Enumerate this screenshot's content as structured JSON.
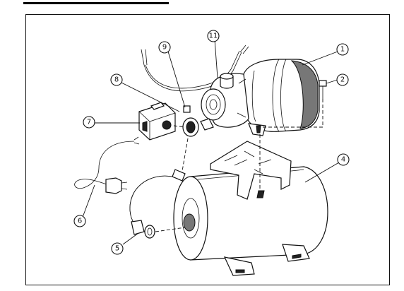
{
  "callouts": [
    {
      "id": "part-1",
      "label": "1"
    },
    {
      "id": "part-2",
      "label": "2"
    },
    {
      "id": "part-4",
      "label": "4"
    },
    {
      "id": "part-5",
      "label": "5"
    },
    {
      "id": "part-6",
      "label": "6"
    },
    {
      "id": "part-7",
      "label": "7"
    },
    {
      "id": "part-8",
      "label": "8"
    },
    {
      "id": "part-9",
      "label": "9"
    },
    {
      "id": "part-11",
      "label": "11"
    }
  ]
}
